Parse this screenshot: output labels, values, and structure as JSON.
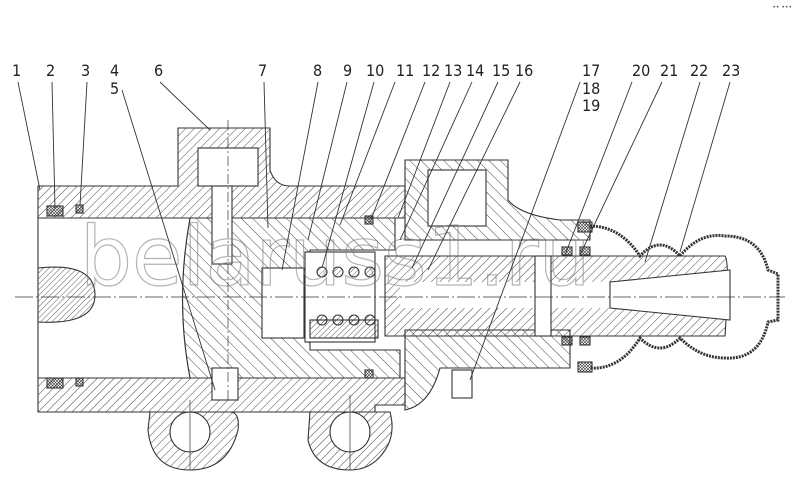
{
  "drawing": {
    "type": "sectional assembly drawing",
    "watermark": "belaruss1.ru",
    "corner_mark": "•• •••",
    "callouts": [
      {
        "id": "1",
        "label": "1"
      },
      {
        "id": "2",
        "label": "2"
      },
      {
        "id": "3",
        "label": "3"
      },
      {
        "id": "4",
        "label": "4"
      },
      {
        "id": "5",
        "label": "5"
      },
      {
        "id": "6",
        "label": "6"
      },
      {
        "id": "7",
        "label": "7"
      },
      {
        "id": "8",
        "label": "8"
      },
      {
        "id": "9",
        "label": "9"
      },
      {
        "id": "10",
        "label": "10"
      },
      {
        "id": "11",
        "label": "11"
      },
      {
        "id": "12",
        "label": "12"
      },
      {
        "id": "13",
        "label": "13"
      },
      {
        "id": "14",
        "label": "14"
      },
      {
        "id": "15",
        "label": "15"
      },
      {
        "id": "16",
        "label": "16"
      },
      {
        "id": "17",
        "label": "17"
      },
      {
        "id": "18",
        "label": "18"
      },
      {
        "id": "19",
        "label": "19"
      },
      {
        "id": "20",
        "label": "20"
      },
      {
        "id": "21",
        "label": "21"
      },
      {
        "id": "22",
        "label": "22"
      },
      {
        "id": "23",
        "label": "23"
      }
    ]
  }
}
